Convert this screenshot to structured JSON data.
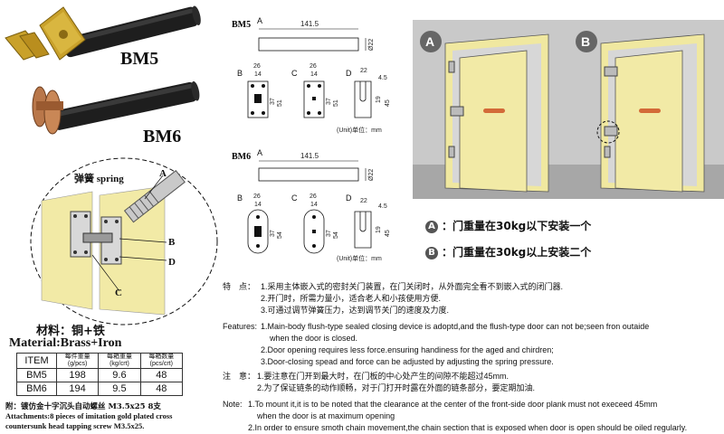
{
  "products": {
    "bm5_label": "BM5",
    "bm6_label": "BM6"
  },
  "spring_callout": {
    "spring_label": "弹簧 spring",
    "a": "A",
    "b": "B",
    "c": "C",
    "d": "D"
  },
  "material": {
    "cn": "材料：铜+铁",
    "en": "Material:Brass+Iron"
  },
  "spec_table": {
    "headers": [
      "ITEM",
      "每件重量\n(g/pcs)",
      "每箱重量\n(kg/crt)",
      "每箱数量\n(pcs/crt)"
    ],
    "rows": [
      [
        "BM5",
        "198",
        "9.6",
        "48"
      ],
      [
        "BM6",
        "194",
        "9.5",
        "48"
      ]
    ]
  },
  "attachments": {
    "cn": "附：镀仿金十字沉头自动螺丝 M3.5x25  8支",
    "en1": "Attachments:8 pieces of imitation gold plated cross",
    "en2": "countersunk head tapping screw M3.5x25."
  },
  "drawing_bm5": {
    "title": "BM5",
    "a": "A",
    "b": "B",
    "c": "C",
    "d": "D",
    "len": "141.5",
    "dia": "Ø22",
    "b_w": "26",
    "b_w2": "14",
    "b_h1": "37",
    "b_h2": "51",
    "c_w": "26",
    "c_w2": "14",
    "c_h1": "37",
    "c_h2": "51",
    "d_w": "22",
    "d_t": "4.5",
    "d_h1": "19",
    "d_h2": "45",
    "unit": "(Unit)单位：mm"
  },
  "drawing_bm6": {
    "title": "BM6",
    "a": "A",
    "b": "B",
    "c": "C",
    "d": "D",
    "len": "141.5",
    "dia": "Ø22",
    "b_w": "26",
    "b_w2": "14",
    "b_h1": "37",
    "b_h2": "54",
    "c_w": "26",
    "c_w2": "14",
    "c_h1": "37",
    "c_h2": "54",
    "d_w": "22",
    "d_t": "4.5",
    "d_h1": "19",
    "d_h2": "45",
    "unit": "(Unit)单位：mm"
  },
  "doors": {
    "a": "A",
    "b": "B"
  },
  "legend": {
    "a_letter": "A",
    "a_text": "：门重量在30kg以下安装一个",
    "b_letter": "B",
    "b_text": "：门重量在30kg以上安装二个"
  },
  "features_cn": {
    "head": "特　点：",
    "l1": "1.采用主体嵌入式的密封关门装置，在门关闭时，从外面完全看不到嵌入式的闭门器.",
    "l2": "2.开门时，所需力量小，适合老人和小孩使用方便.",
    "l3": "3.可通过调节弹簧压力，达到调节关门的速度及力度."
  },
  "features_en": {
    "head": "Features:",
    "l1": "1.Main-body flush-type sealed closing device is adoptd,and the flush-type door can not be;seen fron outaide",
    "l1b": "when the door is closed.",
    "l2": "2.Door opening requires less force.ensuring handiness for the aged and chirdren;",
    "l3": "3.Door-closing spead and force can be adjusted by adjusting the spring pressure."
  },
  "notes_cn": {
    "head": "注　意：",
    "l1": "1.要注意在门开到最大时，在门板的中心处产生的间隙不能超过45mm.",
    "l2": "2.为了保证链条的动作顺畅，对于门打开时露在外面的链条部分，要定期加油."
  },
  "notes_en": {
    "head": "Note:",
    "l1": "1.To mount it,it is to be noted that the clearance at the center of the front-side door plank must not execeed 45mm",
    "l1b": "when the door is at maximum opening",
    "l2": "2.In order to ensure smoth chain movement,the chain section that is exposed when door is open should be oiled regularly."
  }
}
